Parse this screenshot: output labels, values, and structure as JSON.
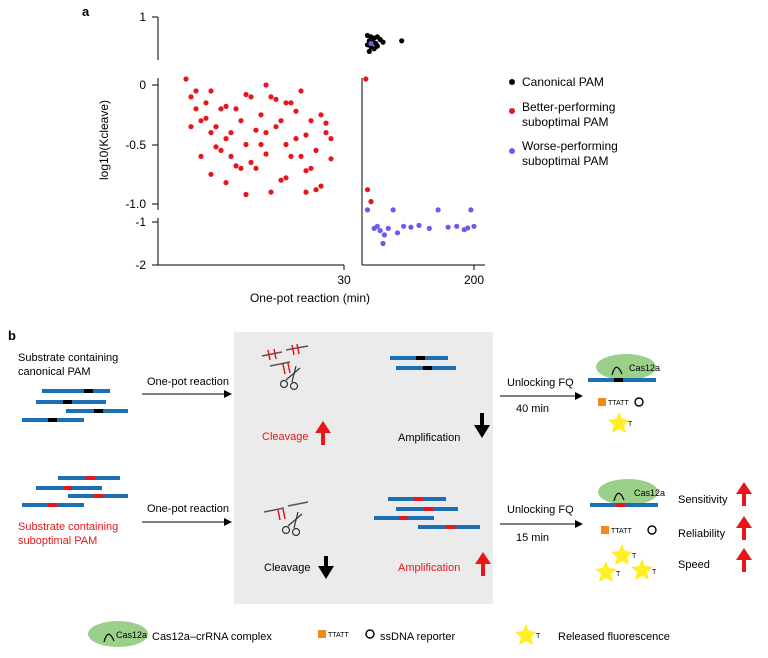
{
  "panel_a": {
    "letter": "a",
    "ylabel": "log10(Kcleave)",
    "xlabel": "One-pot reaction (min)",
    "legend": [
      {
        "label_lines": [
          "Canonical PAM"
        ],
        "color": "#000000"
      },
      {
        "label_lines": [
          "Better-performing",
          "suboptimal PAM"
        ],
        "color": "#e8161b"
      },
      {
        "label_lines": [
          "Worse-performing",
          "suboptimal PAM"
        ],
        "color": "#6b5cf0"
      }
    ]
  },
  "chart_data": {
    "type": "scatter",
    "x_axis": {
      "label": "One-pot reaction (min)",
      "ticks": [
        "30",
        "200"
      ],
      "broken": true
    },
    "y_axis": {
      "label": "log10(Kcleave)",
      "broken": true,
      "segments": [
        {
          "ticks": [
            "1"
          ],
          "range": [
            0.35,
            1.0
          ]
        },
        {
          "ticks": [
            "0",
            "-0.5",
            "-1.0"
          ],
          "range": [
            -1.05,
            0.1
          ]
        },
        {
          "ticks": [
            "-1",
            "-2"
          ],
          "range": [
            -2.0,
            -0.8
          ]
        }
      ]
    },
    "series": [
      {
        "name": "Canonical PAM",
        "color": "#000000",
        "points": [
          [
            34,
            0.72
          ],
          [
            36,
            0.7
          ],
          [
            38,
            0.68
          ],
          [
            35,
            0.64
          ],
          [
            37,
            0.62
          ],
          [
            39,
            0.6
          ],
          [
            40,
            0.7
          ],
          [
            34,
            0.58
          ],
          [
            36,
            0.55
          ],
          [
            38,
            0.52
          ],
          [
            40,
            0.56
          ],
          [
            42,
            0.66
          ],
          [
            44,
            0.62
          ],
          [
            35,
            0.48
          ],
          [
            60,
            0.64
          ]
        ]
      },
      {
        "name": "Better-performing suboptimal PAM",
        "color": "#e8161b",
        "points": [
          [
            1,
            0.05
          ],
          [
            2,
            -0.1
          ],
          [
            3,
            -0.2
          ],
          [
            4,
            -0.3
          ],
          [
            5,
            -0.15
          ],
          [
            6,
            -0.4
          ],
          [
            7,
            -0.35
          ],
          [
            8,
            -0.55
          ],
          [
            9,
            -0.45
          ],
          [
            10,
            -0.6
          ],
          [
            11,
            -0.2
          ],
          [
            12,
            -0.3
          ],
          [
            13,
            -0.5
          ],
          [
            14,
            -0.65
          ],
          [
            15,
            -0.7
          ],
          [
            16,
            -0.25
          ],
          [
            17,
            0.0
          ],
          [
            18,
            -0.1
          ],
          [
            19,
            -0.35
          ],
          [
            20,
            -0.8
          ],
          [
            21,
            -0.5
          ],
          [
            22,
            -0.15
          ],
          [
            23,
            -0.45
          ],
          [
            24,
            -0.6
          ],
          [
            25,
            -0.72
          ],
          [
            26,
            -0.3
          ],
          [
            27,
            -0.55
          ],
          [
            28,
            -0.85
          ],
          [
            29,
            -0.4
          ],
          [
            30,
            -0.62
          ],
          [
            3,
            -0.05
          ],
          [
            5,
            -0.28
          ],
          [
            7,
            -0.52
          ],
          [
            9,
            -0.18
          ],
          [
            11,
            -0.68
          ],
          [
            13,
            -0.08
          ],
          [
            15,
            -0.38
          ],
          [
            17,
            -0.58
          ],
          [
            19,
            -0.12
          ],
          [
            21,
            -0.78
          ],
          [
            23,
            -0.22
          ],
          [
            25,
            -0.42
          ],
          [
            27,
            -0.88
          ],
          [
            29,
            -0.32
          ],
          [
            4,
            -0.6
          ],
          [
            6,
            -0.75
          ],
          [
            8,
            -0.2
          ],
          [
            10,
            -0.4
          ],
          [
            12,
            -0.7
          ],
          [
            14,
            -0.1
          ],
          [
            16,
            -0.5
          ],
          [
            18,
            -0.9
          ],
          [
            20,
            -0.3
          ],
          [
            22,
            -0.6
          ],
          [
            24,
            -0.05
          ],
          [
            26,
            -0.7
          ],
          [
            28,
            -0.25
          ],
          [
            30,
            -0.45
          ],
          [
            2,
            -0.35
          ],
          [
            6,
            -0.05
          ],
          [
            9,
            -0.82
          ],
          [
            13,
            -0.92
          ],
          [
            17,
            -0.4
          ],
          [
            21,
            -0.15
          ],
          [
            25,
            -0.9
          ],
          [
            33,
            0.05
          ],
          [
            34,
            -0.88
          ],
          [
            36,
            -0.98
          ]
        ]
      },
      {
        "name": "Worse-performing suboptimal PAM",
        "color": "#6b5cf0",
        "points": [
          [
            36,
            0.6
          ],
          [
            34,
            -1.05
          ],
          [
            38,
            -1.15
          ],
          [
            40,
            -1.1
          ],
          [
            42,
            -1.2
          ],
          [
            45,
            -1.3
          ],
          [
            48,
            -1.15
          ],
          [
            52,
            -1.05
          ],
          [
            56,
            -1.25
          ],
          [
            62,
            -1.1
          ],
          [
            70,
            -1.12
          ],
          [
            80,
            -1.08
          ],
          [
            95,
            -1.15
          ],
          [
            110,
            -1.05
          ],
          [
            130,
            -1.12
          ],
          [
            150,
            -1.1
          ],
          [
            170,
            -1.18
          ],
          [
            180,
            -1.14
          ],
          [
            190,
            -1.05
          ],
          [
            200,
            -1.1
          ],
          [
            44,
            -1.5
          ]
        ]
      }
    ]
  },
  "panel_b": {
    "letter": "b",
    "top_row": {
      "substrate_label_lines": [
        "Substrate containing",
        "canonical PAM"
      ],
      "arrow1_label": "One-pot reaction",
      "cleavage_label": "Cleavage",
      "amplification_label": "Amplification",
      "arrow2_label_top": "Unlocking FQ",
      "arrow2_label_bottom": "40 min",
      "complex_label": "Cas12a",
      "reporter_label": "TTATT",
      "released_label": "T"
    },
    "bottom_row": {
      "substrate_label_lines": [
        "Substrate containing",
        "suboptimal PAM"
      ],
      "arrow1_label": "One-pot reaction",
      "cleavage_label": "Cleavage",
      "amplification_label": "Amplification",
      "arrow2_label_top": "Unlocking FQ",
      "arrow2_label_bottom": "15 min",
      "complex_label": "Cas12a",
      "reporter_label": "TTATT",
      "released_label": "T",
      "metrics": [
        "Sensitivity",
        "Reliability",
        "Speed"
      ]
    },
    "legend": {
      "complex_icon_label": "Cas12a",
      "complex_text": "Cas12a–crRNA complex",
      "reporter_icon_label": "TTATT",
      "reporter_text": "ssDNA reporter",
      "released_icon_label": "T",
      "released_text": "Released fluorescence"
    },
    "colors": {
      "dna_blue": "#1b6fb7",
      "pam_red": "#e8161b",
      "pam_black": "#000000",
      "cas_green": "#9bd08a",
      "star_yellow": "#ffee22",
      "reporter_orange": "#f08a1c",
      "arrow_red": "#e8161b"
    }
  }
}
